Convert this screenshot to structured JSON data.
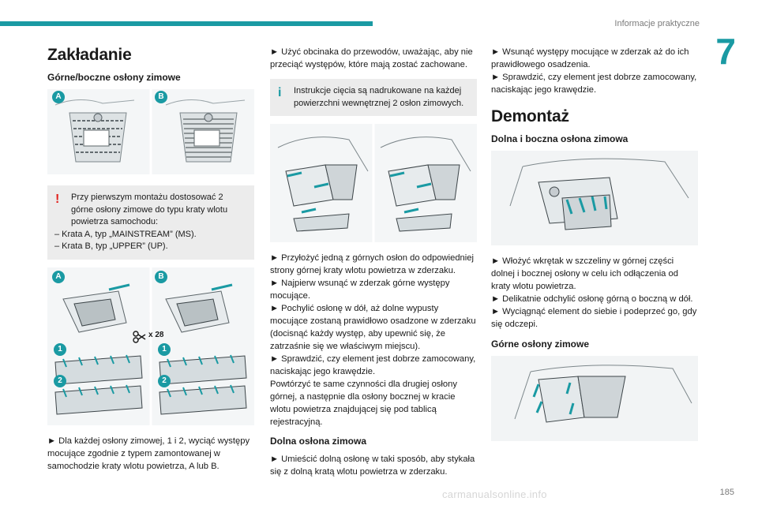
{
  "header": {
    "title": "Informacje praktyczne",
    "chapter": "7",
    "page_number": "185"
  },
  "col1": {
    "title": "Zakładanie",
    "subtitle": "Górne/boczne osłony zimowe",
    "fig_labels": [
      "A",
      "B"
    ],
    "warning_text": "Przy pierwszym montażu dostosować 2 górne osłony zimowe do typu kraty wlotu powietrza samochodu:",
    "warning_line_a": "– Krata A, typ „MAINSTREAM” (MS).",
    "warning_line_b": "– Krata B, typ „UPPER” (UP).",
    "cut_label": "x 28",
    "step_labels": [
      "1",
      "2"
    ],
    "body": "► Dla każdej osłony zimowej, 1 i 2, wyciąć występy mocujące zgodnie z typem zamontowanej w samochodzie kraty wlotu powietrza, A lub B."
  },
  "col2": {
    "p1": "► Użyć obcinaka do przewodów, uważając, aby nie przeciąć występów, które mają zostać zachowane.",
    "info_text": "Instrukcje cięcia są nadrukowane na każdej powierzchni wewnętrznej 2 osłon zimowych.",
    "p2": "► Przyłożyć jedną z górnych osłon do odpowiedniej strony górnej kraty wlotu powietrza w zderzaku.",
    "p3": "► Najpierw wsunąć w zderzak górne występy mocujące.",
    "p4": "► Pochylić osłonę w dół, aż dolne wypusty mocujące zostaną prawidłowo osadzone w zderzaku (docisnąć każdy występ, aby upewnić się, że zatrzaśnie się we właściwym miejscu).",
    "p5": "► Sprawdzić, czy element jest dobrze zamocowany, naciskając jego krawędzie.",
    "p6": "Powtórzyć te same czynności dla drugiej osłony górnej, a następnie dla osłony bocznej w kracie wlotu powietrza znajdującej się pod tablicą rejestracyjną.",
    "subtitle": "Dolna osłona zimowa",
    "p7": "► Umieścić dolną osłonę w taki sposób, aby stykała się z dolną kratą wlotu powietrza w zderzaku."
  },
  "col3": {
    "p1": "► Wsunąć występy mocujące w zderzak aż do ich prawidłowego osadzenia.",
    "p2": "► Sprawdzić, czy element jest dobrze zamocowany, naciskając jego krawędzie.",
    "title": "Demontaż",
    "subtitle1": "Dolna i boczna osłona zimowa",
    "p3": "► Włożyć wkrętak w szczeliny w górnej części dolnej i bocznej osłony w celu ich odłączenia od kraty wlotu powietrza.",
    "p4": "► Delikatnie odchylić osłonę górną o boczną w dół.",
    "p5": "► Wyciągnąć element do siebie i podeprzeć go, gdy się odczepi.",
    "subtitle2": "Górne osłony zimowe"
  },
  "watermark": "carmanualsonline.info",
  "colors": {
    "accent": "#1a9aa3",
    "warning": "#e2211c",
    "note_bg": "#ececec"
  }
}
